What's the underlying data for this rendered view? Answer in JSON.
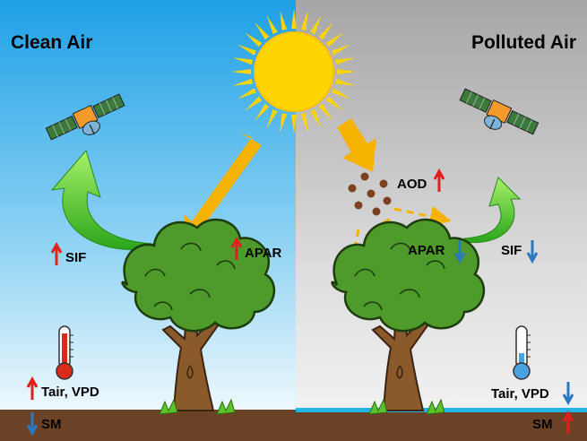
{
  "panels": {
    "left_title": "Clean Air",
    "right_title": "Polluted Air"
  },
  "labels": {
    "sif_left": "SIF",
    "apar_left": "APAR",
    "tair_vpd_left": "Tair, VPD",
    "sm_left": "SM",
    "aod": "AOD",
    "apar_right": "APAR",
    "sif_right": "SIF",
    "tair_vpd_right": "Tair, VPD",
    "sm_right": "SM"
  },
  "directions": {
    "sif_left": "up",
    "apar_left": "up",
    "tair_vpd_left": "up",
    "sm_left": "down",
    "aod": "up",
    "apar_right": "down",
    "sif_right": "down",
    "tair_vpd_right": "down",
    "sm_right": "up"
  },
  "colors": {
    "increase_arrow": "#e0201c",
    "decrease_arrow": "#2a78c2",
    "sun": "#ffd400",
    "light_arrow": "#f5b300",
    "sif_arrow": "#55d42a",
    "soil": "#6b4226",
    "water": "#22b5e6",
    "clean_sky_top": "#22a3e6",
    "polluted_sky_top": "#a9a9a9"
  },
  "icons": {
    "satellite": "satellite-icon",
    "thermometer_hot": "thermometer-hot-icon",
    "thermometer_cold": "thermometer-cold-icon",
    "sun": "sun-icon",
    "tree": "tree-icon",
    "aerosol": "aerosol-particles-icon"
  }
}
